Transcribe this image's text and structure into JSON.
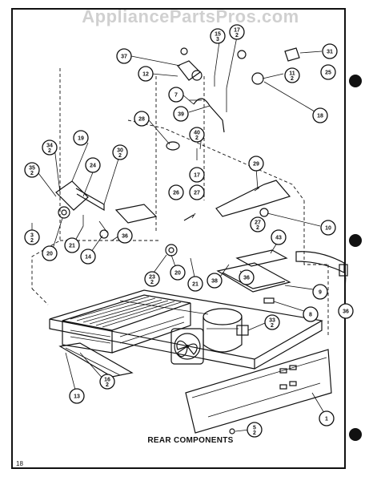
{
  "watermark": "AppliancePartsPros.com",
  "caption": "REAR COMPONENTS",
  "page_number": "18",
  "callouts": [
    {
      "id": "c37",
      "label": "37",
      "sub": ""
    },
    {
      "id": "c15",
      "label": "15",
      "sub": "3"
    },
    {
      "id": "c17a",
      "label": "17",
      "sub": "2"
    },
    {
      "id": "c31",
      "label": "31",
      "sub": ""
    },
    {
      "id": "c12",
      "label": "12",
      "sub": ""
    },
    {
      "id": "c11",
      "label": "11",
      "sub": "2"
    },
    {
      "id": "c25",
      "label": "25",
      "sub": ""
    },
    {
      "id": "c7",
      "label": "7",
      "sub": ""
    },
    {
      "id": "c39",
      "label": "39",
      "sub": ""
    },
    {
      "id": "c18",
      "label": "18",
      "sub": ""
    },
    {
      "id": "c28",
      "label": "28",
      "sub": ""
    },
    {
      "id": "c40",
      "label": "40",
      "sub": "2"
    },
    {
      "id": "c19",
      "label": "19",
      "sub": ""
    },
    {
      "id": "c34",
      "label": "34",
      "sub": "2"
    },
    {
      "id": "c30",
      "label": "30",
      "sub": "2"
    },
    {
      "id": "c35",
      "label": "35",
      "sub": "2"
    },
    {
      "id": "c24",
      "label": "24",
      "sub": ""
    },
    {
      "id": "c17b",
      "label": "17",
      "sub": ""
    },
    {
      "id": "c26",
      "label": "26",
      "sub": ""
    },
    {
      "id": "c27a",
      "label": "27",
      "sub": ""
    },
    {
      "id": "c29",
      "label": "29",
      "sub": ""
    },
    {
      "id": "c27b",
      "label": "27",
      "sub": "2"
    },
    {
      "id": "c10",
      "label": "10",
      "sub": ""
    },
    {
      "id": "c3",
      "label": "3",
      "sub": "2"
    },
    {
      "id": "c20a",
      "label": "20",
      "sub": ""
    },
    {
      "id": "c21a",
      "label": "21",
      "sub": ""
    },
    {
      "id": "c14",
      "label": "14",
      "sub": ""
    },
    {
      "id": "c36a",
      "label": "36",
      "sub": ""
    },
    {
      "id": "c43",
      "label": "43",
      "sub": ""
    },
    {
      "id": "c20b",
      "label": "20",
      "sub": ""
    },
    {
      "id": "c23",
      "label": "23",
      "sub": "2"
    },
    {
      "id": "c21b",
      "label": "21",
      "sub": ""
    },
    {
      "id": "c38",
      "label": "38",
      "sub": ""
    },
    {
      "id": "c36b",
      "label": "36",
      "sub": ""
    },
    {
      "id": "c9",
      "label": "9",
      "sub": ""
    },
    {
      "id": "c8",
      "label": "8",
      "sub": ""
    },
    {
      "id": "c36c",
      "label": "36",
      "sub": ""
    },
    {
      "id": "c33",
      "label": "33",
      "sub": "2"
    },
    {
      "id": "c16",
      "label": "16",
      "sub": "2"
    },
    {
      "id": "c13",
      "label": "13",
      "sub": ""
    },
    {
      "id": "c1",
      "label": "1",
      "sub": ""
    },
    {
      "id": "c5",
      "label": "5",
      "sub": "2"
    }
  ]
}
